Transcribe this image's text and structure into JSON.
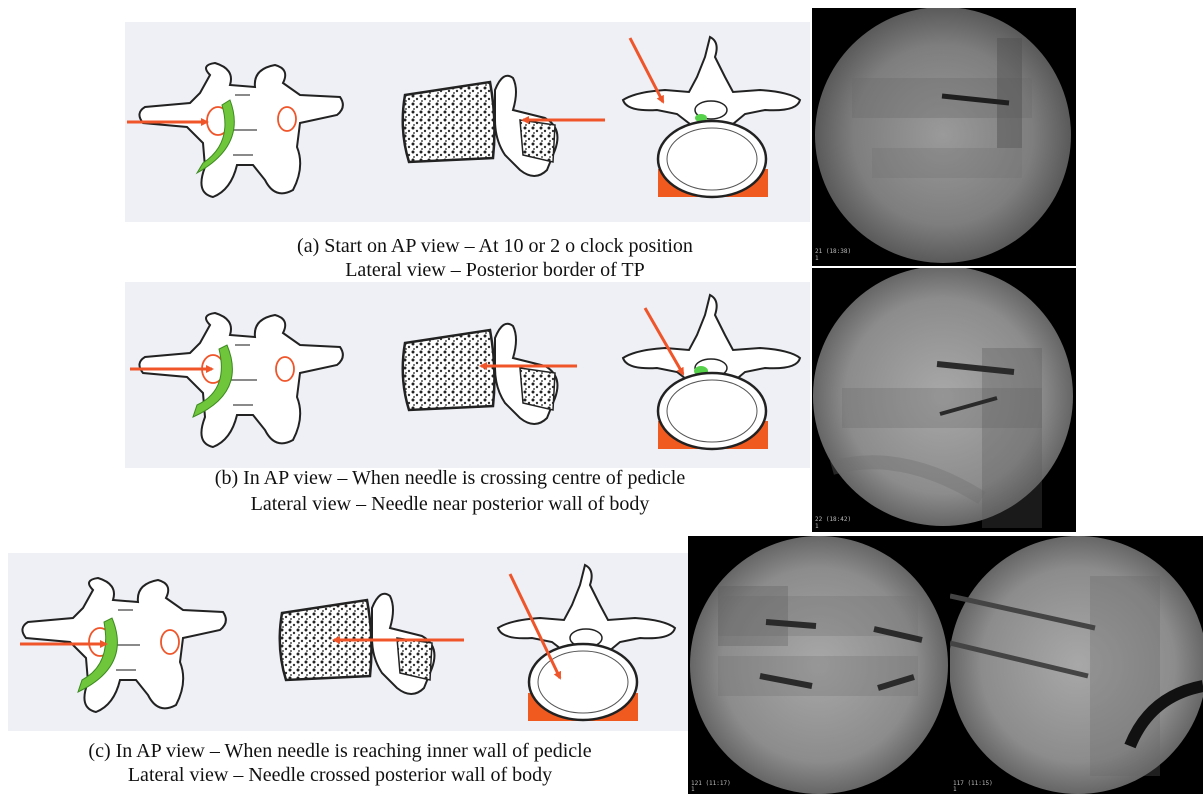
{
  "panels": [
    {
      "caption_line1": "(a) Start on AP view – At 10 or 2 o clock position",
      "caption_line2": "Lateral view – Posterior border of TP",
      "xray_label": "21   (18:38)",
      "xray_label2": "1"
    },
    {
      "caption_line1": "(b) In AP view –  When needle is crossing centre of pedicle",
      "caption_line2": "Lateral view – Needle near posterior wall of body",
      "xray_label": "22   (18:42)",
      "xray_label2": "1"
    },
    {
      "caption_line1": "(c) In AP view –  When needle is reaching inner wall of pedicle",
      "caption_line2": "Lateral view – Needle crossed posterior wall of body",
      "xray_label": "121   (11:17)",
      "xray_label2": "1",
      "xray2_label": "117   (11:15)",
      "xray2_label2": "1"
    }
  ],
  "colors": {
    "arrow": "#f0552a",
    "pedicle_band": "#6fc63a",
    "canal_dot": "#55d14a",
    "base_block": "#f05a1e",
    "bone_outline": "#222222",
    "panel_background": "#eef0f5"
  }
}
